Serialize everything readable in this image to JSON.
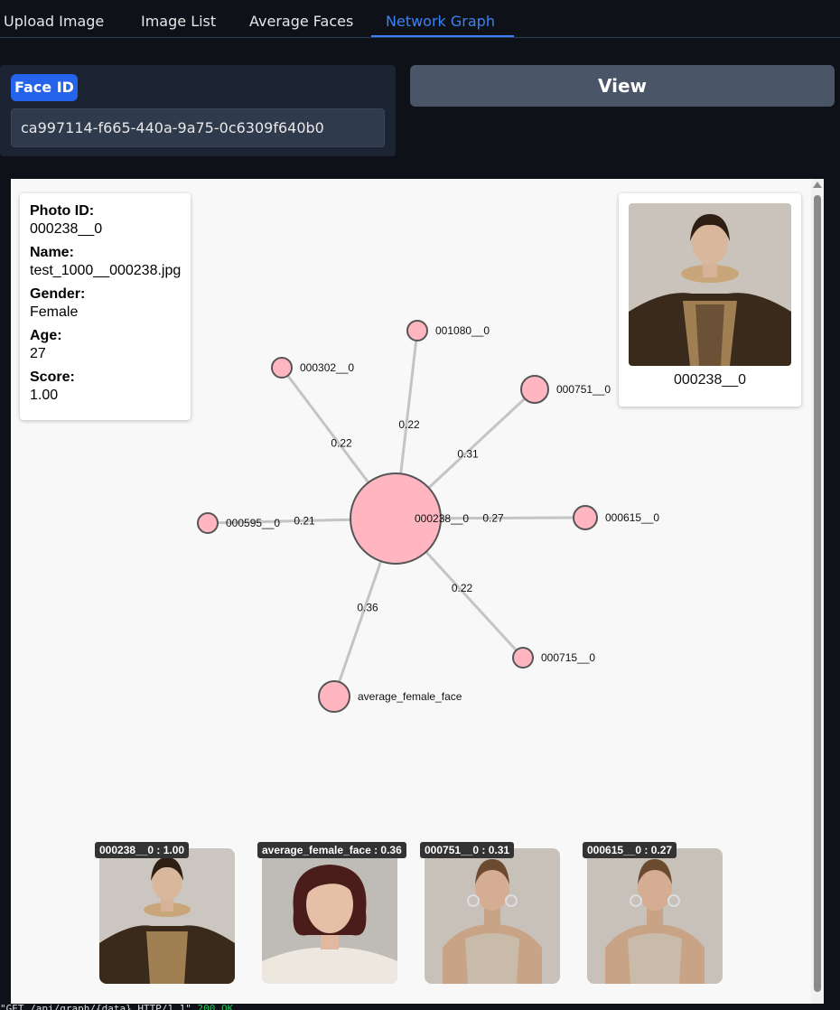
{
  "tabs": [
    {
      "label": "Upload Image",
      "active": false
    },
    {
      "label": "Image List",
      "active": false
    },
    {
      "label": "Average Faces",
      "active": false
    },
    {
      "label": "Network Graph",
      "active": true
    }
  ],
  "face_id": {
    "badge": "Face ID",
    "value": "ca997114-f665-440a-9a75-0c6309f640b0"
  },
  "view_button": "View",
  "info": {
    "photo_id_label": "Photo ID:",
    "photo_id": "000238__0",
    "name_label": "Name:",
    "name": "test_1000__000238.jpg",
    "gender_label": "Gender:",
    "gender": "Female",
    "age_label": "Age:",
    "age": "27",
    "score_label": "Score:",
    "score": "1.00"
  },
  "preview": {
    "label": "000238__0"
  },
  "graph": {
    "node_color": "#ffb6c1",
    "center": {
      "id": "000238__0"
    },
    "neighbors": [
      {
        "id": "001080__0",
        "weight": "0.22"
      },
      {
        "id": "000302__0",
        "weight": "0.22"
      },
      {
        "id": "000751__0",
        "weight": "0.31"
      },
      {
        "id": "000595__0",
        "weight": "0.21"
      },
      {
        "id": "000615__0",
        "weight": "0.27"
      },
      {
        "id": "000715__0",
        "weight": "0.22"
      },
      {
        "id": "average_female_face",
        "weight": "0.36"
      }
    ]
  },
  "thumbnails": [
    {
      "label": "000238__0 : 1.00"
    },
    {
      "label": "average_female_face : 0.36"
    },
    {
      "label": "000751__0 : 0.31"
    },
    {
      "label": "000615__0 : 0.27"
    }
  ],
  "log": {
    "text": "  \"GET /api/graph/{data} HTTP/1.1\" ",
    "status": "200 OK"
  }
}
